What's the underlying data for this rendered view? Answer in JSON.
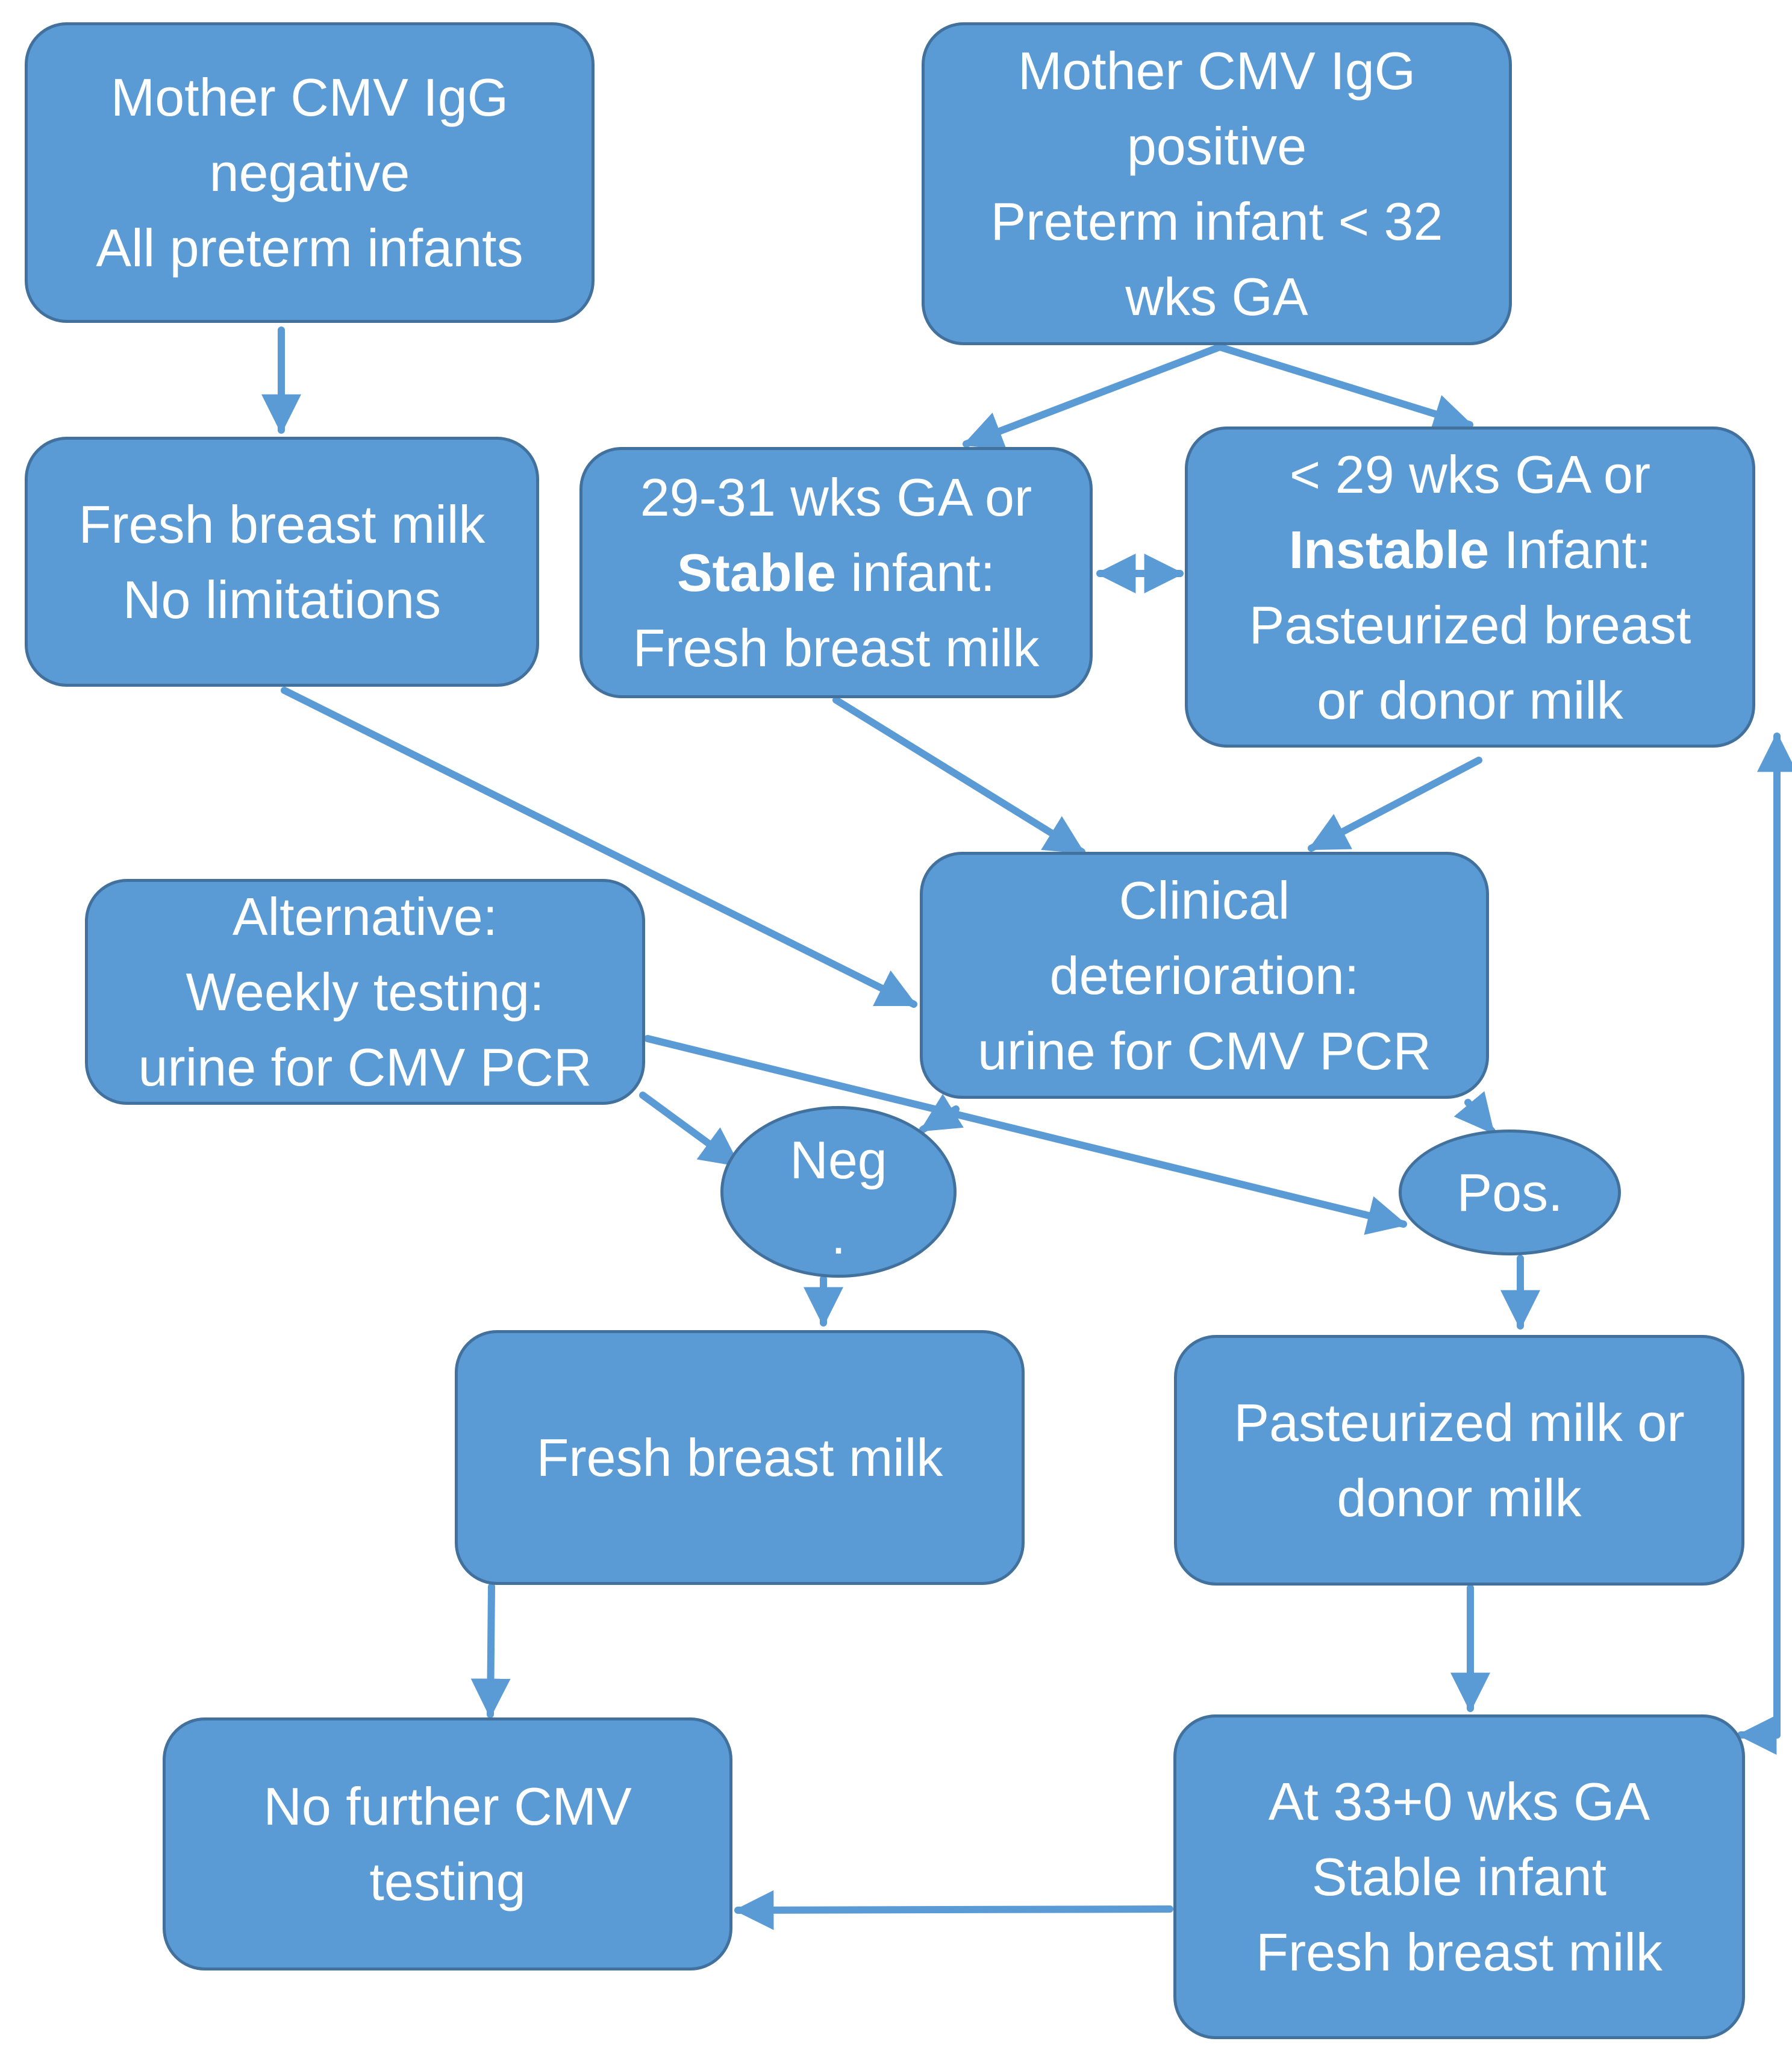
{
  "colors": {
    "box_fill": "#5B9BD5",
    "box_border": "#41719C",
    "arrow": "#5B9BD5",
    "text": "#FFFFFF"
  },
  "nodes": {
    "mother_negative": {
      "lines": [
        "Mother CMV IgG",
        "negative",
        "All preterm infants"
      ]
    },
    "mother_positive": {
      "lines": [
        "Mother CMV IgG",
        "positive",
        "Preterm infant < 32",
        "wks GA"
      ]
    },
    "fresh_no_limits": {
      "lines": [
        "Fresh breast milk",
        "No limitations"
      ]
    },
    "stable_29_31": {
      "line1": "29-31 wks GA or",
      "line2_bold": "Stable",
      "line2_rest": " infant:",
      "line3": "Fresh breast milk"
    },
    "unstable_lt29": {
      "line1": "< 29 wks GA or",
      "line2_bold": "Instable",
      "line2_rest": " Infant:",
      "line3": "Pasteurized breast",
      "line4": "or donor milk"
    },
    "alternative_testing": {
      "lines": [
        "Alternative:",
        "Weekly testing:",
        "urine for CMV PCR"
      ]
    },
    "clinical_deterioration": {
      "lines": [
        "Clinical",
        "deterioration:",
        "urine for CMV PCR"
      ]
    },
    "negative_result": {
      "lines": [
        "Neg",
        "."
      ]
    },
    "positive_result": {
      "lines": [
        "Pos."
      ]
    },
    "fresh_breast_milk": {
      "lines": [
        "Fresh breast milk"
      ]
    },
    "pasteurized_or_donor": {
      "lines": [
        "Pasteurized milk or",
        "donor milk"
      ]
    },
    "no_further_testing": {
      "lines": [
        "No further CMV",
        "testing"
      ]
    },
    "at_33_weeks": {
      "lines": [
        "At 33+0 wks GA",
        "Stable infant",
        "Fresh breast milk"
      ]
    }
  }
}
